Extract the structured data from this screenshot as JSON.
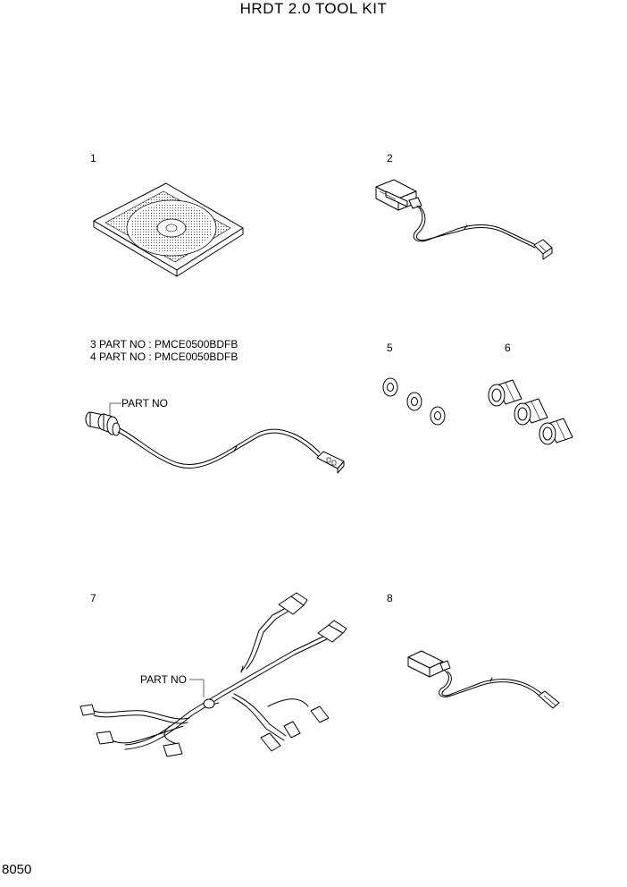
{
  "title": "HRDT 2.0 TOOL KIT",
  "page_number": "8050",
  "items": [
    {
      "num": "1"
    },
    {
      "num": "2"
    },
    {
      "num": "5"
    },
    {
      "num": "6"
    },
    {
      "num": "7"
    },
    {
      "num": "8"
    }
  ],
  "part_lines": [
    "3  PART NO : PMCE0500BDFB",
    "4  PART NO : PMCE0050BDFB"
  ],
  "callouts": [
    "PART NO",
    "PART NO"
  ]
}
